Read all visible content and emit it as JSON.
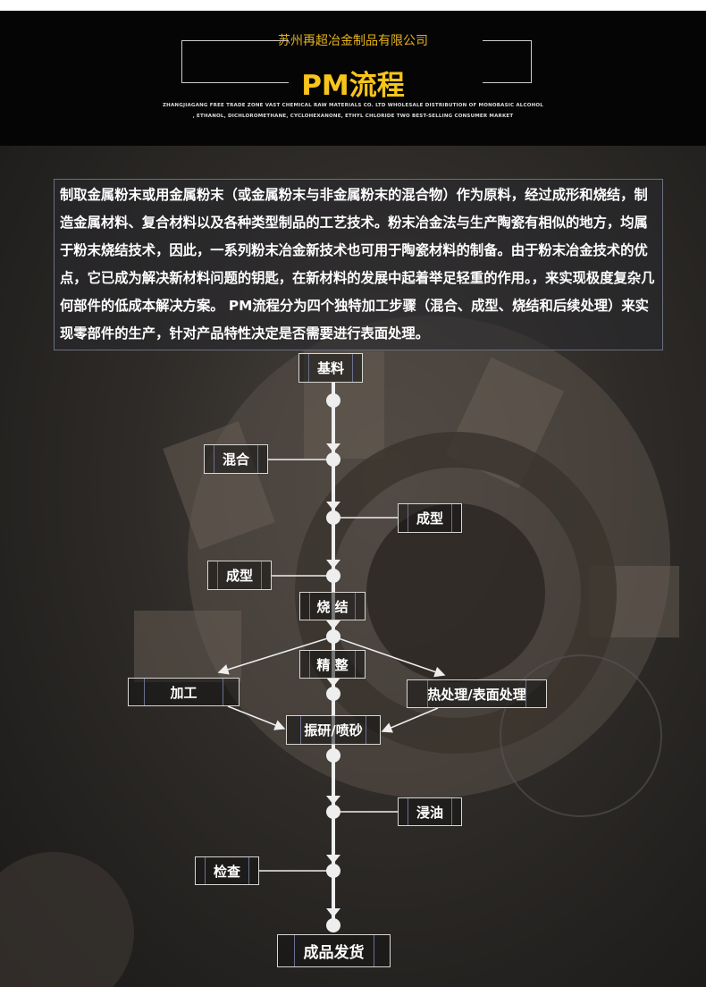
{
  "header": {
    "company": "苏州再超冶金制品有限公司",
    "title": "PM流程",
    "subtitle_line1": "ZHANGJIAGANG FREE TRADE ZONE VAST CHEMICAL RAW MATERIALS CO. LTD WHOLESALE DISTRIBUTION OF MONOBASIC ALCOHOL",
    "subtitle_line2": ", ETHANOL, DICHLOROMETHANE, CYCLOHEXANONE, ETHYL CHLORIDE TWO BEST-SELLING CONSUMER MARKET"
  },
  "intro": "制取金属粉末或用金属粉末（或金属粉末与非金属粉末的混合物）作为原料，经过成形和烧结，制造金属材料、复合材料以及各种类型制品的工艺技术。粉末冶金法与生产陶瓷有相似的地方，均属于粉末烧结技术，因此，一系列粉末冶金新技术也可用于陶瓷材料的制备。由于粉末冶金技术的优点，它已成为解决新材料问题的钥匙，在新材料的发展中起着举足轻重的作用。，来实现极度复杂几何部件的低成本解决方案。 PM流程分为四个独特加工步骤（混合、成型、烧结和后续处理）来实现零部件的生产，针对产品特性决定是否需要进行表面处理。",
  "flow": {
    "raw": "基料",
    "mix": "混合",
    "form_right": "成型",
    "form_left": "成型",
    "sinter": "烧 结",
    "finish": "精 整",
    "machining": "加工",
    "heat": "热处理/表面处理",
    "vibrate": "振研/喷砂",
    "oil": "浸油",
    "inspect": "检查",
    "ship": "成品发货"
  }
}
